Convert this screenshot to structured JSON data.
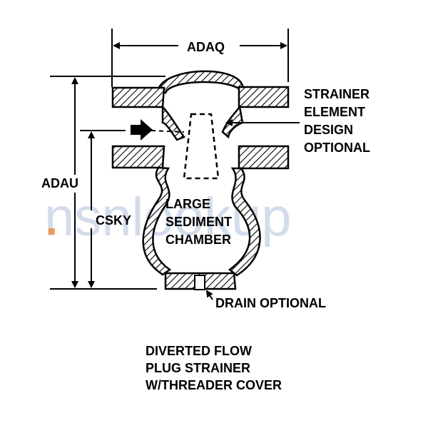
{
  "dimensions": {
    "width_label": "ADAQ",
    "overall_height_label": "ADAU",
    "chamber_height_label": "CSKY"
  },
  "callouts": {
    "element_line1": "STRAINER",
    "element_line2": "ELEMENT",
    "element_line3": "DESIGN",
    "element_line4": "OPTIONAL",
    "chamber_line1": "LARGE",
    "chamber_line2": "SEDIMENT",
    "chamber_line3": "CHAMBER",
    "drain": "DRAIN OPTIONAL"
  },
  "caption": {
    "line1": "DIVERTED FLOW",
    "line2": "PLUG STRAINER",
    "line3": "W/THREADER COVER"
  },
  "watermark": {
    "text": "nsnlookup"
  },
  "colors": {
    "ink": "#000000",
    "watermark": "#7f9dc4",
    "watermark_dot": "#f08a3c"
  }
}
